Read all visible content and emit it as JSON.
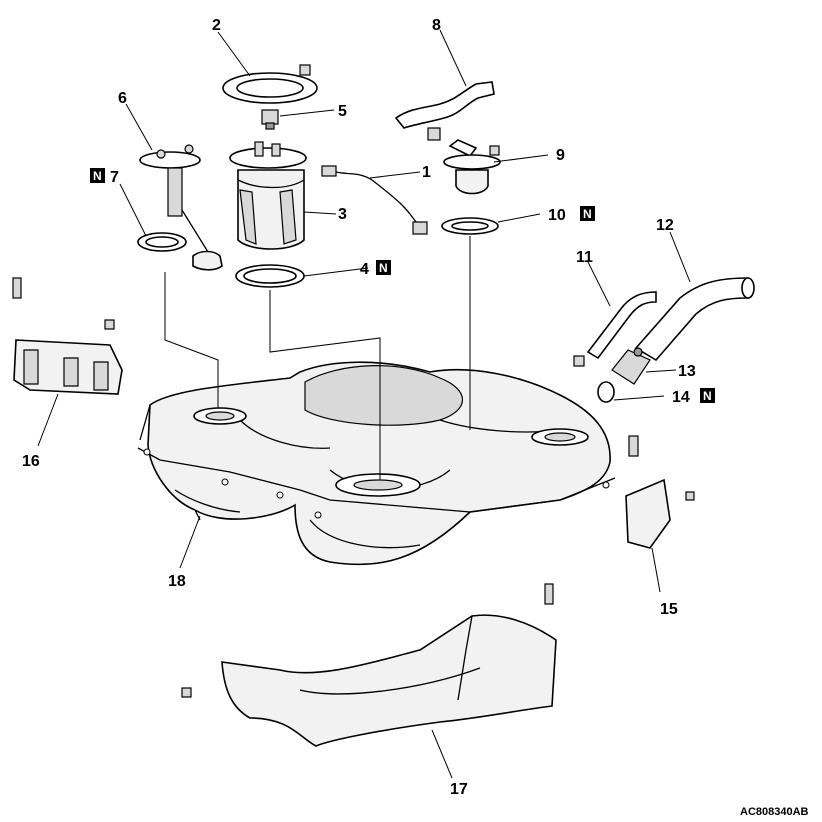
{
  "diagram": {
    "figure_code": "AC808340AB",
    "badge_letter": "N",
    "callouts": [
      {
        "id": "1",
        "label": "1",
        "badge": false
      },
      {
        "id": "2",
        "label": "2",
        "badge": false
      },
      {
        "id": "3",
        "label": "3",
        "badge": false
      },
      {
        "id": "4",
        "label": "4",
        "badge": true
      },
      {
        "id": "5",
        "label": "5",
        "badge": false
      },
      {
        "id": "6",
        "label": "6",
        "badge": false
      },
      {
        "id": "7",
        "label": "7",
        "badge": true
      },
      {
        "id": "8",
        "label": "8",
        "badge": false
      },
      {
        "id": "9",
        "label": "9",
        "badge": false
      },
      {
        "id": "10",
        "label": "10",
        "badge": true
      },
      {
        "id": "11",
        "label": "11",
        "badge": false
      },
      {
        "id": "12",
        "label": "12",
        "badge": false
      },
      {
        "id": "13",
        "label": "13",
        "badge": false
      },
      {
        "id": "14",
        "label": "14",
        "badge": true
      },
      {
        "id": "15",
        "label": "15",
        "badge": false
      },
      {
        "id": "16",
        "label": "16",
        "badge": false
      },
      {
        "id": "17",
        "label": "17",
        "badge": false
      },
      {
        "id": "18",
        "label": "18",
        "badge": false
      }
    ]
  }
}
